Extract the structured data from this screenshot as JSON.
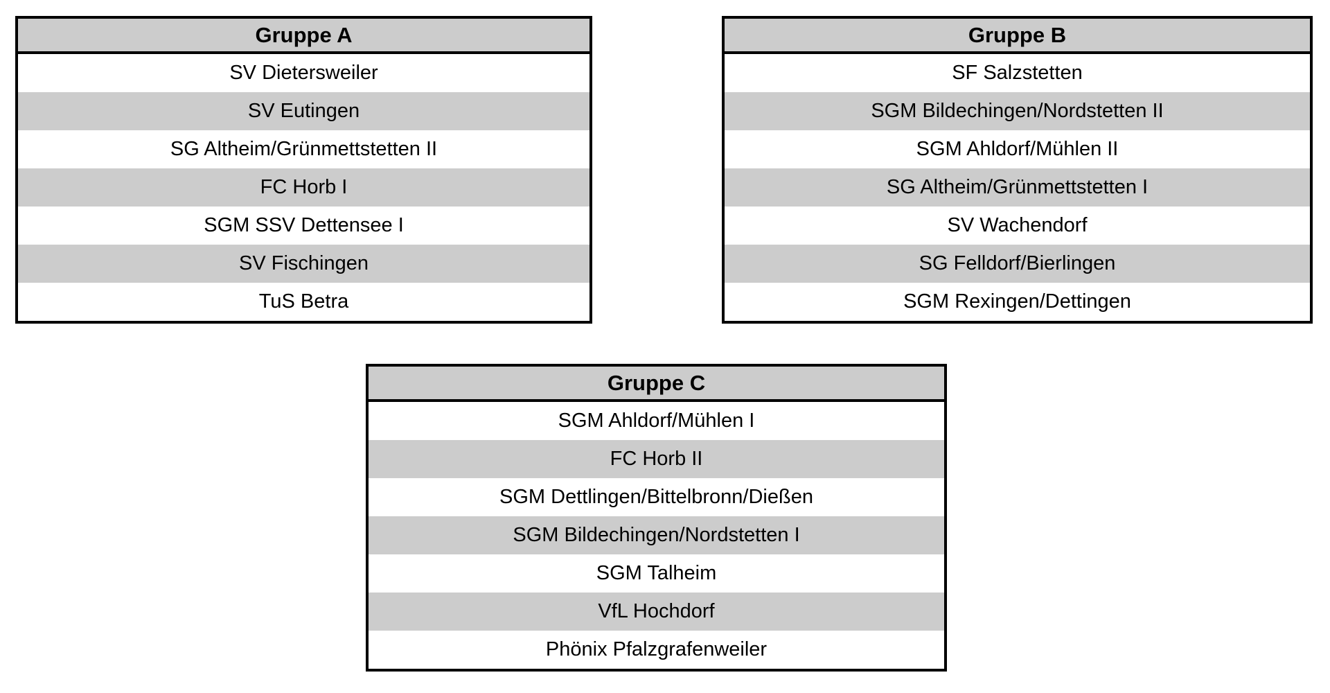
{
  "colors": {
    "page_bg": "#ffffff",
    "header_bg": "#cccccc",
    "row_bg": "#ffffff",
    "row_alt_bg": "#cccccc",
    "border": "#000000",
    "text": "#000000"
  },
  "groups": [
    {
      "title": "Gruppe A",
      "teams": [
        "SV Dietersweiler",
        "SV Eutingen",
        "SG Altheim/Grünmettstetten II",
        "FC Horb I",
        "SGM SSV Dettensee I",
        "SV Fischingen",
        "TuS Betra"
      ]
    },
    {
      "title": "Gruppe B",
      "teams": [
        "SF Salzstetten",
        "SGM Bildechingen/Nordstetten II",
        "SGM Ahldorf/Mühlen II",
        "SG Altheim/Grünmettstetten I",
        "SV Wachendorf",
        "SG Felldorf/Bierlingen",
        "SGM Rexingen/Dettingen"
      ]
    },
    {
      "title": "Gruppe C",
      "teams": [
        "SGM Ahldorf/Mühlen I",
        "FC Horb II",
        "SGM Dettlingen/Bittelbronn/Dießen",
        "SGM Bildechingen/Nordstetten I",
        "SGM Talheim",
        "VfL Hochdorf",
        "Phönix Pfalzgrafenweiler"
      ]
    }
  ]
}
